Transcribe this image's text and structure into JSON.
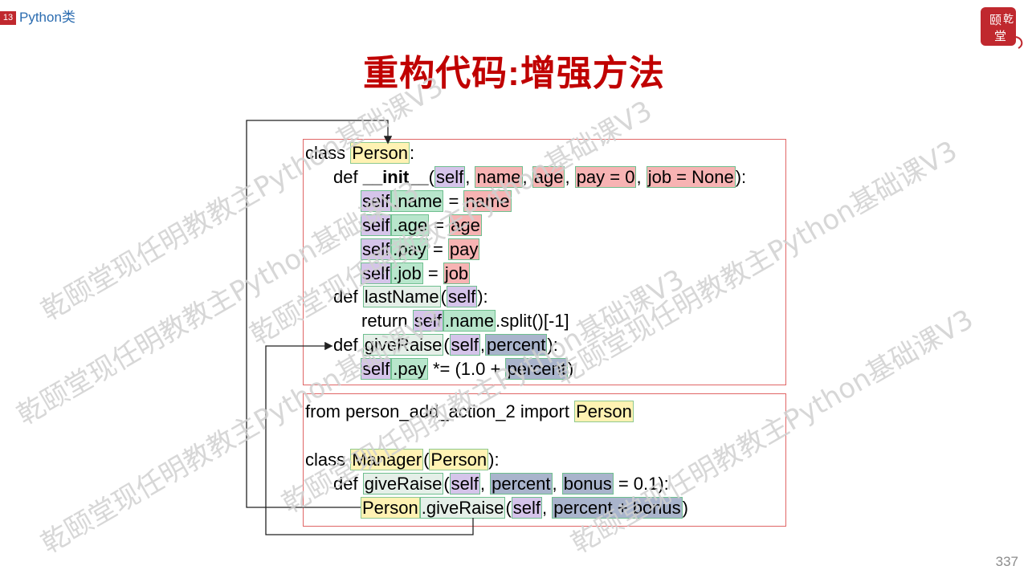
{
  "header": {
    "section_number": "13",
    "section_title": "Python类",
    "page_title": "重构代码:增强方法",
    "page_number": "337",
    "logo_text": [
      "颐",
      "乾",
      "堂"
    ]
  },
  "watermark": {
    "text": "乾颐堂现任明教教主Python基础课V3"
  },
  "code_top": {
    "line1": {
      "kw": "class ",
      "name": "Person",
      "end": ":"
    },
    "line2": {
      "kw": "def ",
      "fn": "__init__",
      "p_open": "(",
      "self": "self",
      "sep1": ", ",
      "name": "name",
      "sep2": ", ",
      "age": "age",
      "sep3": ", ",
      "pay": "pay = 0",
      "sep4": ", ",
      "job": "job = None",
      "end": "):"
    },
    "line3": {
      "self": "self",
      "attr": ".name",
      "eq": " = ",
      "val": "name"
    },
    "line4": {
      "self": "self",
      "attr": ".age",
      "eq": " = ",
      "val": "age"
    },
    "line5": {
      "self": "self",
      "attr": ".pay",
      "eq": " = ",
      "val": "pay"
    },
    "line6": {
      "self": "self",
      "attr": ".job",
      "eq": " = ",
      "val": "job"
    },
    "line7": {
      "kw": "def ",
      "fn": "lastName",
      "p_open": "(",
      "self": "self",
      "end": "):"
    },
    "line8": {
      "kw": "return ",
      "self": "self",
      "attr": ".name",
      "rest": ".split()[-1]"
    },
    "line9": {
      "kw": "def ",
      "fn": "giveRaise",
      "p_open": "(",
      "self": "self",
      "sep": ",",
      "param": "percent",
      "end": "):"
    },
    "line10": {
      "self": "self",
      "attr": ".pay",
      "op": " *= (1.0 + ",
      "param": "percent",
      "end": ")"
    }
  },
  "code_bottom": {
    "line1": {
      "text": "from person_add_action_2 import ",
      "name": "Person"
    },
    "line2": {
      "kw": "class ",
      "name": "Manager",
      "p_open": "(",
      "base": "Person",
      "end": "):"
    },
    "line3": {
      "kw": "def ",
      "fn": "giveRaise",
      "p_open": "(",
      "self": "self",
      "sep1": ", ",
      "param1": "percent",
      "sep2": ", ",
      "param2": "bonus",
      "end": " = 0.1):"
    },
    "line4": {
      "cls": "Person",
      "method": ".giveRaise",
      "p_open": "(",
      "self": "self",
      "sep": ", ",
      "expr": "percent + bonus",
      "end": ")"
    }
  },
  "colors": {
    "title": "#c00000",
    "section_badge": "#c0282e",
    "section_text": "#2b6cb0",
    "box_border": "#e06666",
    "watermark": "#d0d0d0"
  }
}
